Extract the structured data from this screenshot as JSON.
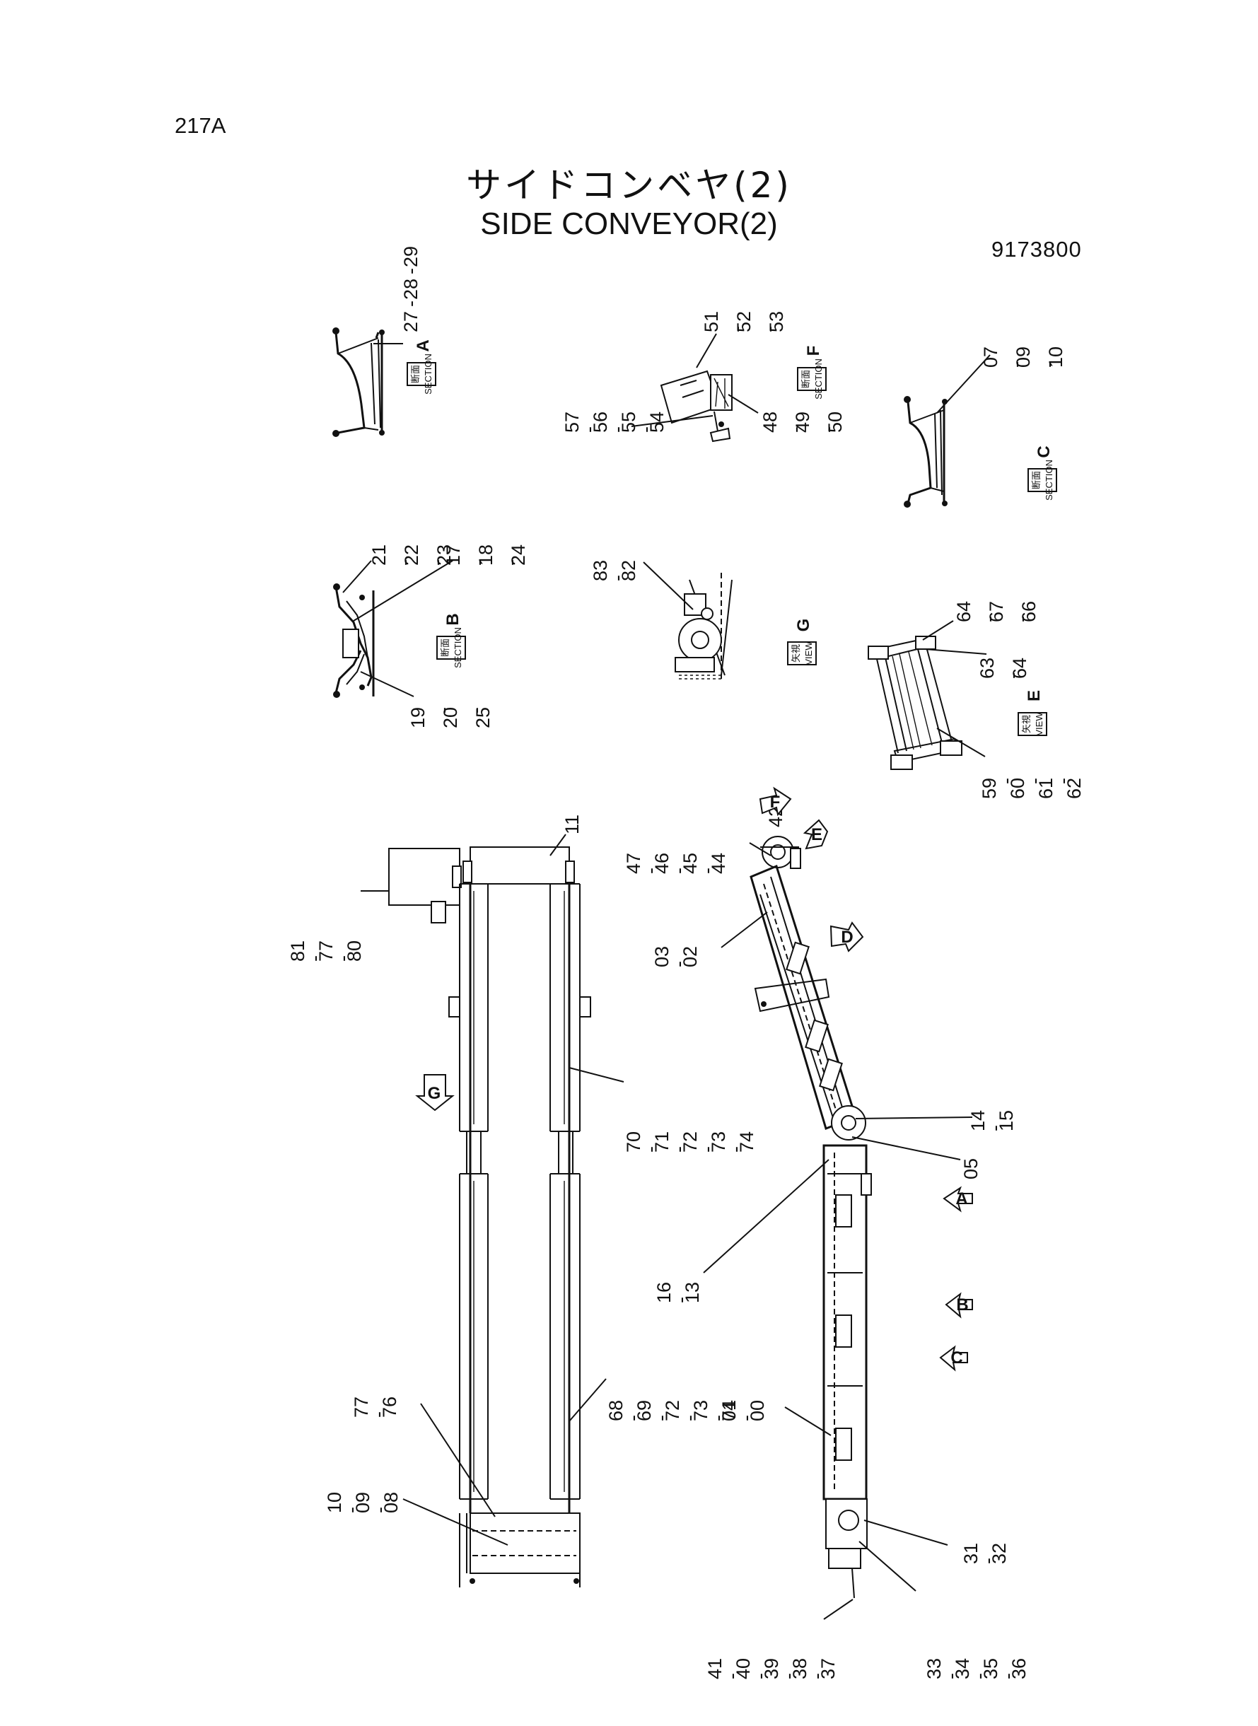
{
  "page_code": "217A",
  "title_jp": "サイドコンベヤ(2)",
  "title_en": "SIDE CONVEYOR(2)",
  "part_no": "9173800",
  "view_tags": {
    "A": {
      "jp": "断面",
      "en": "SECTION",
      "letter": "A"
    },
    "B": {
      "jp": "断面",
      "en": "SECTION",
      "letter": "B"
    },
    "C": {
      "jp": "断面",
      "en": "SECTION",
      "letter": "C"
    },
    "F": {
      "jp": "断面",
      "en": "SECTION",
      "letter": "F"
    },
    "G": {
      "jp": "矢視",
      "en": "VIEW",
      "letter": "G"
    },
    "E": {
      "jp": "矢視",
      "en": "VIEW",
      "letter": "E"
    }
  },
  "arrow_letters": {
    "F": "F",
    "E": "E",
    "D": "D",
    "A": "A",
    "B": "B",
    "C": "C",
    "G": "G"
  },
  "callouts": {
    "c27_29": [
      "27",
      "28",
      "29"
    ],
    "c51_53": [
      "51",
      "52",
      "53"
    ],
    "c57_54": [
      "57",
      "56",
      "55",
      "54"
    ],
    "c48_50": [
      "48",
      "49",
      "50"
    ],
    "c07_10": [
      "07",
      "09",
      "10"
    ],
    "c21_23": [
      "21",
      "22",
      "23"
    ],
    "c17_24": [
      "17",
      "18",
      "24"
    ],
    "c19_25": [
      "19",
      "20",
      "25"
    ],
    "c83_82": [
      "83",
      "82"
    ],
    "c64_66": [
      "64",
      "67",
      "66"
    ],
    "c63_64": [
      "63",
      "64"
    ],
    "c59_62": [
      "59",
      "60",
      "61",
      "62"
    ],
    "c11": [
      "11"
    ],
    "c42": [
      "42"
    ],
    "c47_44": [
      "47",
      "46",
      "45",
      "44"
    ],
    "c81_80": [
      "81",
      "77",
      "80"
    ],
    "c03_02": [
      "03",
      "02"
    ],
    "c70_74": [
      "70",
      "71",
      "72",
      "73",
      "74"
    ],
    "c14_15": [
      "14",
      "15"
    ],
    "c05": [
      "05"
    ],
    "c16_13": [
      "16",
      "13"
    ],
    "c01_00": [
      "01",
      "00"
    ],
    "c77_76": [
      "77",
      "76"
    ],
    "c68_74": [
      "68",
      "69",
      "72",
      "73",
      "74"
    ],
    "c10_08": [
      "10",
      "09",
      "08"
    ],
    "c31_32": [
      "31",
      "32"
    ],
    "c41_37": [
      "41",
      "40",
      "39",
      "38",
      "37"
    ],
    "c33_36": [
      "33",
      "34",
      "35",
      "36"
    ]
  }
}
